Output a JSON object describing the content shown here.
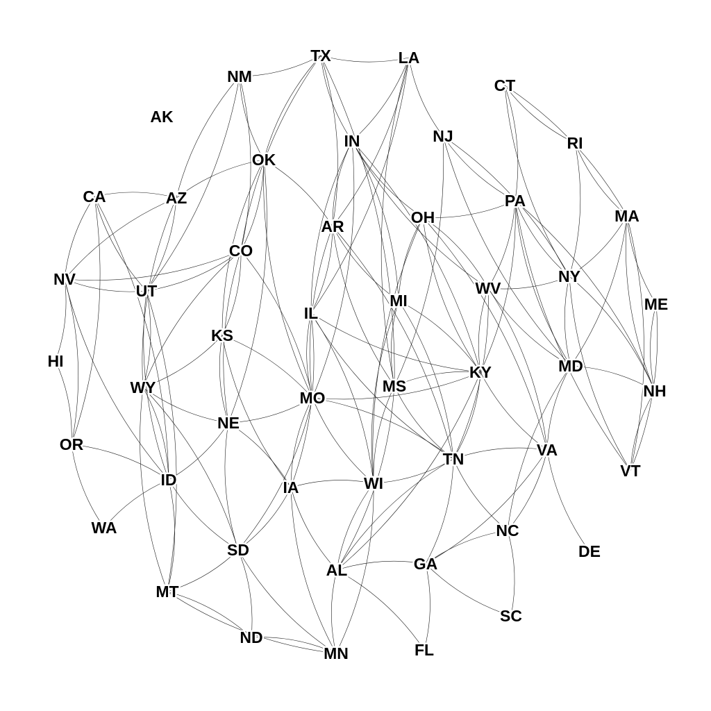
{
  "diagram": {
    "type": "graph",
    "colors": {
      "edge": "#1a1a1a",
      "label": "#000000",
      "background": "#ffffff"
    },
    "nodes": [
      {
        "id": "TX",
        "label": "TX"
      },
      {
        "id": "LA",
        "label": "LA"
      },
      {
        "id": "NM",
        "label": "NM"
      },
      {
        "id": "CT",
        "label": "CT"
      },
      {
        "id": "AK",
        "label": "AK"
      },
      {
        "id": "NJ",
        "label": "NJ"
      },
      {
        "id": "IN",
        "label": "IN"
      },
      {
        "id": "RI",
        "label": "RI"
      },
      {
        "id": "OK",
        "label": "OK"
      },
      {
        "id": "CA",
        "label": "CA"
      },
      {
        "id": "AZ",
        "label": "AZ"
      },
      {
        "id": "PA",
        "label": "PA"
      },
      {
        "id": "OH",
        "label": "OH"
      },
      {
        "id": "MA",
        "label": "MA"
      },
      {
        "id": "AR",
        "label": "AR"
      },
      {
        "id": "CO",
        "label": "CO"
      },
      {
        "id": "NV",
        "label": "NV"
      },
      {
        "id": "UT",
        "label": "UT"
      },
      {
        "id": "NY",
        "label": "NY"
      },
      {
        "id": "WV",
        "label": "WV"
      },
      {
        "id": "MI",
        "label": "MI"
      },
      {
        "id": "ME",
        "label": "ME"
      },
      {
        "id": "IL",
        "label": "IL"
      },
      {
        "id": "KS",
        "label": "KS"
      },
      {
        "id": "HI",
        "label": "HI"
      },
      {
        "id": "MD",
        "label": "MD"
      },
      {
        "id": "KY",
        "label": "KY"
      },
      {
        "id": "WY",
        "label": "WY"
      },
      {
        "id": "MS",
        "label": "MS"
      },
      {
        "id": "MO",
        "label": "MO"
      },
      {
        "id": "NH",
        "label": "NH"
      },
      {
        "id": "NE",
        "label": "NE"
      },
      {
        "id": "OR",
        "label": "OR"
      },
      {
        "id": "VA",
        "label": "VA"
      },
      {
        "id": "TN",
        "label": "TN"
      },
      {
        "id": "VT",
        "label": "VT"
      },
      {
        "id": "ID",
        "label": "ID"
      },
      {
        "id": "IA",
        "label": "IA"
      },
      {
        "id": "WI",
        "label": "WI"
      },
      {
        "id": "WA",
        "label": "WA"
      },
      {
        "id": "NC",
        "label": "NC"
      },
      {
        "id": "DE",
        "label": "DE"
      },
      {
        "id": "SD",
        "label": "SD"
      },
      {
        "id": "GA",
        "label": "GA"
      },
      {
        "id": "AL",
        "label": "AL"
      },
      {
        "id": "MT",
        "label": "MT"
      },
      {
        "id": "SC",
        "label": "SC"
      },
      {
        "id": "ND",
        "label": "ND"
      },
      {
        "id": "MN",
        "label": "MN"
      },
      {
        "id": "FL",
        "label": "FL"
      }
    ],
    "edges": [
      [
        "TX",
        "LA"
      ],
      [
        "TX",
        "NM"
      ],
      [
        "TX",
        "OK"
      ],
      [
        "TX",
        "AR"
      ],
      [
        "TX",
        "IN"
      ],
      [
        "TX",
        "MS"
      ],
      [
        "TX",
        "CO"
      ],
      [
        "LA",
        "IN"
      ],
      [
        "LA",
        "NJ"
      ],
      [
        "LA",
        "AR"
      ],
      [
        "LA",
        "MS"
      ],
      [
        "LA",
        "IL"
      ],
      [
        "NM",
        "OK"
      ],
      [
        "NM",
        "CO"
      ],
      [
        "NM",
        "AZ"
      ],
      [
        "NM",
        "UT"
      ],
      [
        "CT",
        "RI"
      ],
      [
        "CT",
        "MA"
      ],
      [
        "CT",
        "NY"
      ],
      [
        "CT",
        "PA"
      ],
      [
        "RI",
        "MA"
      ],
      [
        "RI",
        "NY"
      ],
      [
        "NJ",
        "PA"
      ],
      [
        "NJ",
        "NY"
      ],
      [
        "NJ",
        "MD"
      ],
      [
        "NJ",
        "MS"
      ],
      [
        "IN",
        "OH"
      ],
      [
        "IN",
        "MI"
      ],
      [
        "IN",
        "IL"
      ],
      [
        "IN",
        "KY"
      ],
      [
        "IN",
        "WV"
      ],
      [
        "IN",
        "MO"
      ],
      [
        "IN",
        "AR"
      ],
      [
        "OK",
        "AR"
      ],
      [
        "OK",
        "KS"
      ],
      [
        "OK",
        "CO"
      ],
      [
        "OK",
        "MO"
      ],
      [
        "OK",
        "NE"
      ],
      [
        "OK",
        "AZ"
      ],
      [
        "CA",
        "AZ"
      ],
      [
        "CA",
        "NV"
      ],
      [
        "CA",
        "OR"
      ],
      [
        "CA",
        "UT"
      ],
      [
        "CA",
        "ID"
      ],
      [
        "AZ",
        "NV"
      ],
      [
        "AZ",
        "UT"
      ],
      [
        "AZ",
        "WY"
      ],
      [
        "PA",
        "OH"
      ],
      [
        "PA",
        "NY"
      ],
      [
        "PA",
        "WV"
      ],
      [
        "PA",
        "MD"
      ],
      [
        "PA",
        "KY"
      ],
      [
        "PA",
        "VT"
      ],
      [
        "PA",
        "NH"
      ],
      [
        "OH",
        "MI"
      ],
      [
        "OH",
        "WV"
      ],
      [
        "OH",
        "KY"
      ],
      [
        "OH",
        "VA"
      ],
      [
        "OH",
        "WI"
      ],
      [
        "MA",
        "NY"
      ],
      [
        "MA",
        "NH"
      ],
      [
        "MA",
        "VT"
      ],
      [
        "MA",
        "ME"
      ],
      [
        "MA",
        "MD"
      ],
      [
        "AR",
        "MO"
      ],
      [
        "AR",
        "TN"
      ],
      [
        "AR",
        "MS"
      ],
      [
        "AR",
        "IL"
      ],
      [
        "AR",
        "MI"
      ],
      [
        "CO",
        "KS"
      ],
      [
        "CO",
        "NE"
      ],
      [
        "CO",
        "UT"
      ],
      [
        "CO",
        "WY"
      ],
      [
        "CO",
        "MO"
      ],
      [
        "NV",
        "UT"
      ],
      [
        "NV",
        "OR"
      ],
      [
        "NV",
        "ID"
      ],
      [
        "NV",
        "HI"
      ],
      [
        "NV",
        "CO"
      ],
      [
        "UT",
        "WY"
      ],
      [
        "UT",
        "ID"
      ],
      [
        "UT",
        "MT"
      ],
      [
        "NY",
        "VT"
      ],
      [
        "NY",
        "NH"
      ],
      [
        "NY",
        "MD"
      ],
      [
        "NY",
        "WV"
      ],
      [
        "WV",
        "KY"
      ],
      [
        "WV",
        "VA"
      ],
      [
        "WV",
        "MD"
      ],
      [
        "WV",
        "TN"
      ],
      [
        "MI",
        "WI"
      ],
      [
        "MI",
        "KY"
      ],
      [
        "MI",
        "MS"
      ],
      [
        "MI",
        "TN"
      ],
      [
        "ME",
        "NH"
      ],
      [
        "ME",
        "VT"
      ],
      [
        "IL",
        "MO"
      ],
      [
        "IL",
        "IA"
      ],
      [
        "IL",
        "KY"
      ],
      [
        "IL",
        "WI"
      ],
      [
        "IL",
        "TN"
      ],
      [
        "KS",
        "MO"
      ],
      [
        "KS",
        "NE"
      ],
      [
        "KS",
        "WY"
      ],
      [
        "KS",
        "IA"
      ],
      [
        "HI",
        "OR"
      ],
      [
        "MD",
        "VA"
      ],
      [
        "MD",
        "NH"
      ],
      [
        "MD",
        "NC"
      ],
      [
        "KY",
        "TN"
      ],
      [
        "KY",
        "VA"
      ],
      [
        "KY",
        "MO"
      ],
      [
        "KY",
        "MS"
      ],
      [
        "KY",
        "AL"
      ],
      [
        "WY",
        "NE"
      ],
      [
        "WY",
        "ID"
      ],
      [
        "WY",
        "MT"
      ],
      [
        "WY",
        "SD"
      ],
      [
        "MS",
        "TN"
      ],
      [
        "MS",
        "AL"
      ],
      [
        "MS",
        "WI"
      ],
      [
        "MO",
        "NE"
      ],
      [
        "MO",
        "IA"
      ],
      [
        "MO",
        "TN"
      ],
      [
        "MO",
        "WI"
      ],
      [
        "MO",
        "SD"
      ],
      [
        "NH",
        "VT"
      ],
      [
        "NE",
        "IA"
      ],
      [
        "NE",
        "SD"
      ],
      [
        "NE",
        "ID"
      ],
      [
        "OR",
        "WA"
      ],
      [
        "OR",
        "ID"
      ],
      [
        "VA",
        "TN"
      ],
      [
        "VA",
        "NC"
      ],
      [
        "VA",
        "DE"
      ],
      [
        "VA",
        "GA"
      ],
      [
        "TN",
        "NC"
      ],
      [
        "TN",
        "GA"
      ],
      [
        "TN",
        "AL"
      ],
      [
        "TN",
        "WI"
      ],
      [
        "ID",
        "WA"
      ],
      [
        "ID",
        "MT"
      ],
      [
        "ID",
        "SD"
      ],
      [
        "IA",
        "SD"
      ],
      [
        "IA",
        "MN"
      ],
      [
        "IA",
        "WI"
      ],
      [
        "IA",
        "AL"
      ],
      [
        "WI",
        "MN"
      ],
      [
        "WI",
        "AL"
      ],
      [
        "NC",
        "SC"
      ],
      [
        "NC",
        "GA"
      ],
      [
        "SD",
        "ND"
      ],
      [
        "SD",
        "MN"
      ],
      [
        "SD",
        "MT"
      ],
      [
        "GA",
        "AL"
      ],
      [
        "GA",
        "FL"
      ],
      [
        "GA",
        "SC"
      ],
      [
        "AL",
        "FL"
      ],
      [
        "AL",
        "MN"
      ],
      [
        "MT",
        "ND"
      ],
      [
        "MT",
        "MN"
      ],
      [
        "ND",
        "MN"
      ]
    ]
  }
}
